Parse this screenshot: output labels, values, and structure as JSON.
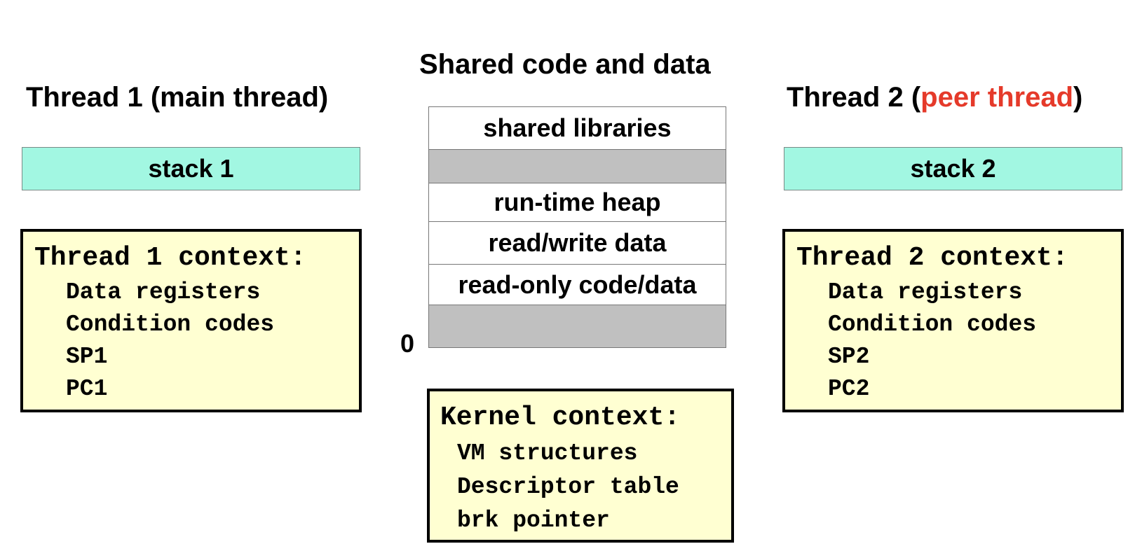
{
  "shared": {
    "title": "Shared code and data",
    "segments": [
      "shared libraries",
      "",
      "run-time heap",
      "read/write data",
      "read-only code/data",
      ""
    ],
    "zero_label": "0"
  },
  "thread1": {
    "title": "Thread 1 (main thread)",
    "stack_label": "stack 1",
    "context_title": "Thread 1 context:",
    "context_items": [
      "Data registers",
      "Condition codes",
      "SP1",
      "PC1"
    ]
  },
  "thread2": {
    "title_prefix": "Thread 2 (",
    "title_accent": "peer thread",
    "title_suffix": ")",
    "stack_label": "stack 2",
    "context_title": "Thread 2 context:",
    "context_items": [
      "Data registers",
      "Condition codes",
      "SP2",
      "PC2"
    ]
  },
  "kernel": {
    "context_title": "Kernel context:",
    "context_items": [
      "VM structures",
      "Descriptor table",
      "brk pointer"
    ]
  },
  "colors": {
    "stack_fill": "#a2f7e2",
    "context_fill": "#ffffd2",
    "gap_fill": "#c0c0c0",
    "accent": "#e53a2a"
  }
}
